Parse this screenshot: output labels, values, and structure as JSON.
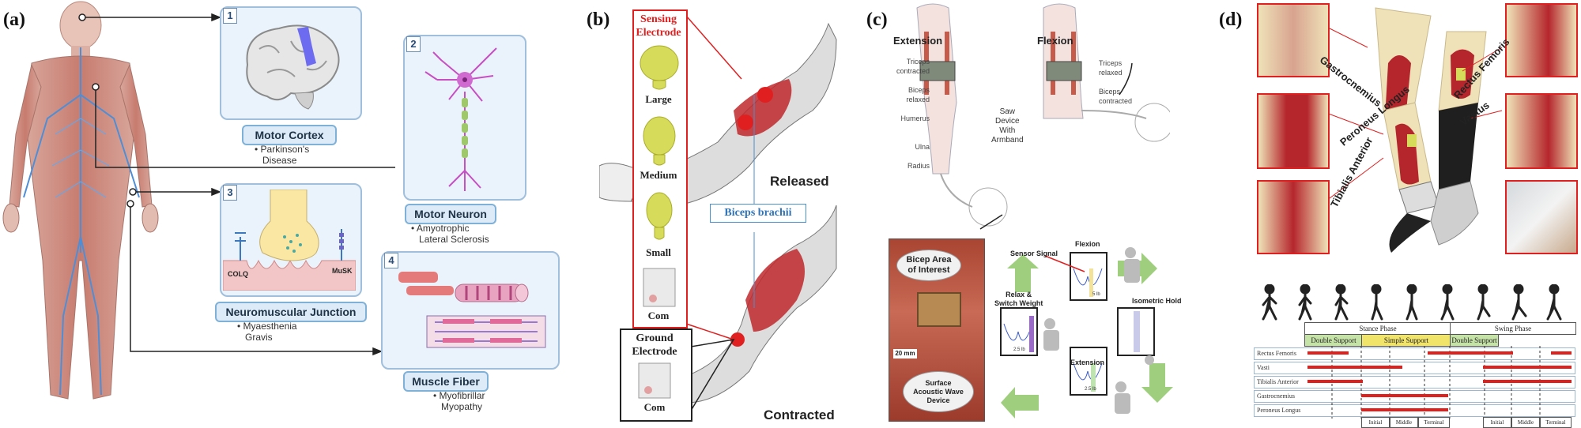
{
  "panels": {
    "a": "(a)",
    "b": "(b)",
    "c": "(c)",
    "d": "(d)"
  },
  "panel_a": {
    "boxes": [
      {
        "num": "1",
        "caption": "Motor Cortex",
        "bullet": "Parkinson's Disease",
        "bullet_lines": [
          "Parkinson's",
          "Disease"
        ]
      },
      {
        "num": "2",
        "caption": "Motor Neuron",
        "bullet_lines": [
          "Amyotrophic",
          "Lateral Sclerosis"
        ]
      },
      {
        "num": "3",
        "caption": "Neuromuscular Junction",
        "bullet_lines": [
          "Myaesthenia",
          "Gravis"
        ],
        "labels": [
          "COLQ",
          "MuSK"
        ]
      },
      {
        "num": "4",
        "caption": "Muscle Fiber",
        "bullet_lines": [
          "Myofibrillar",
          "Myopathy"
        ]
      }
    ]
  },
  "panel_b": {
    "sensing_title": [
      "Sensing",
      "Electrode"
    ],
    "sizes": [
      "Large",
      "Medium",
      "Small",
      "Com"
    ],
    "ground_title": [
      "Ground",
      "Electrode"
    ],
    "ground_com": "Com",
    "biceps": "Biceps brachii",
    "released": "Released",
    "contracted": "Contracted"
  },
  "panel_c": {
    "extension": "Extension",
    "flexion": "Flexion",
    "left_labels": [
      "Triceps",
      "contracted",
      "Biceps",
      "relaxed",
      "Humerus",
      "Ulna",
      "Radius"
    ],
    "right_labels": [
      "Triceps",
      "relaxed",
      "Biceps",
      "contracted"
    ],
    "device": [
      "Saw",
      "Device",
      "With",
      "Armband"
    ],
    "bicep_area": [
      "Bicep Area",
      "of Interest"
    ],
    "scale": "20 mm",
    "saw": [
      "Surface",
      "Acoustic Wave",
      "Device"
    ],
    "sensor_signal": "Sensor Signal",
    "flexion_small": "Flexion",
    "isometric": "Isometric Hold",
    "relax": [
      "Relax &",
      "Switch Weight"
    ],
    "extension_small": "Extension",
    "weights": [
      "5 lb",
      "2.5 lb",
      "2.5 lb"
    ]
  },
  "panel_d": {
    "muscles": [
      "Gastrocnemius",
      "Rectus Femoris",
      "Peroneus Longus",
      "Vastus",
      "Tibialis Anterior"
    ],
    "phases": {
      "stance": "Stance Phase",
      "swing": "Swing Phase",
      "double1": "Double Support",
      "simple": "Simple Support",
      "double2": "Double Support"
    },
    "rows": [
      "Rectus Femoris",
      "Vasti",
      "Tibialis Anterior",
      "Gastrocnemius",
      "Peroneus Longus"
    ],
    "subphases": [
      "Initial",
      "Middle",
      "Terminal",
      "Initial",
      "Middle",
      "Terminal"
    ]
  },
  "colors": {
    "box_bg": "#eaf3fb",
    "box_border": "#9fbfdc",
    "red": "#e0201c",
    "blue_label": "#2f73b8",
    "sensing_red": "#e02020"
  }
}
